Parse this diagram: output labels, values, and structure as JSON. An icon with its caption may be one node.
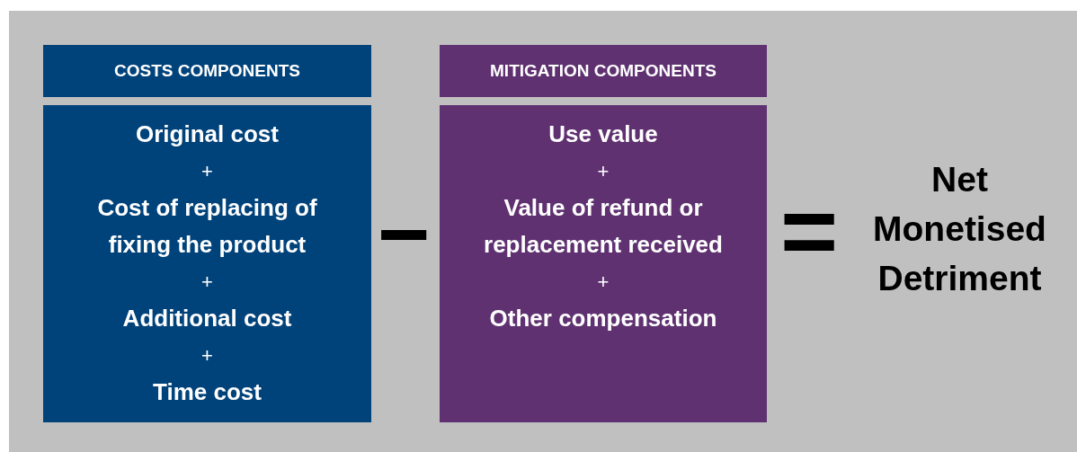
{
  "diagram": {
    "nodes": [
      {
        "text": [
          "COSTS COMPONENTS"
        ]
      },
      {
        "text": [
          "Original cost",
          "+",
          "Cost of replacing of fixing the product",
          "+",
          "Additional cost",
          "+",
          "Time cost"
        ]
      },
      {
        "text": [
          "MITIGATION COMPONENTS"
        ]
      },
      {
        "text": [
          "Use value",
          "+",
          "Value of refund or replacement received",
          "+",
          "Other compensation"
        ]
      }
    ],
    "labels": [
      "−",
      "=",
      "Net Monetised Detriment"
    ]
  }
}
